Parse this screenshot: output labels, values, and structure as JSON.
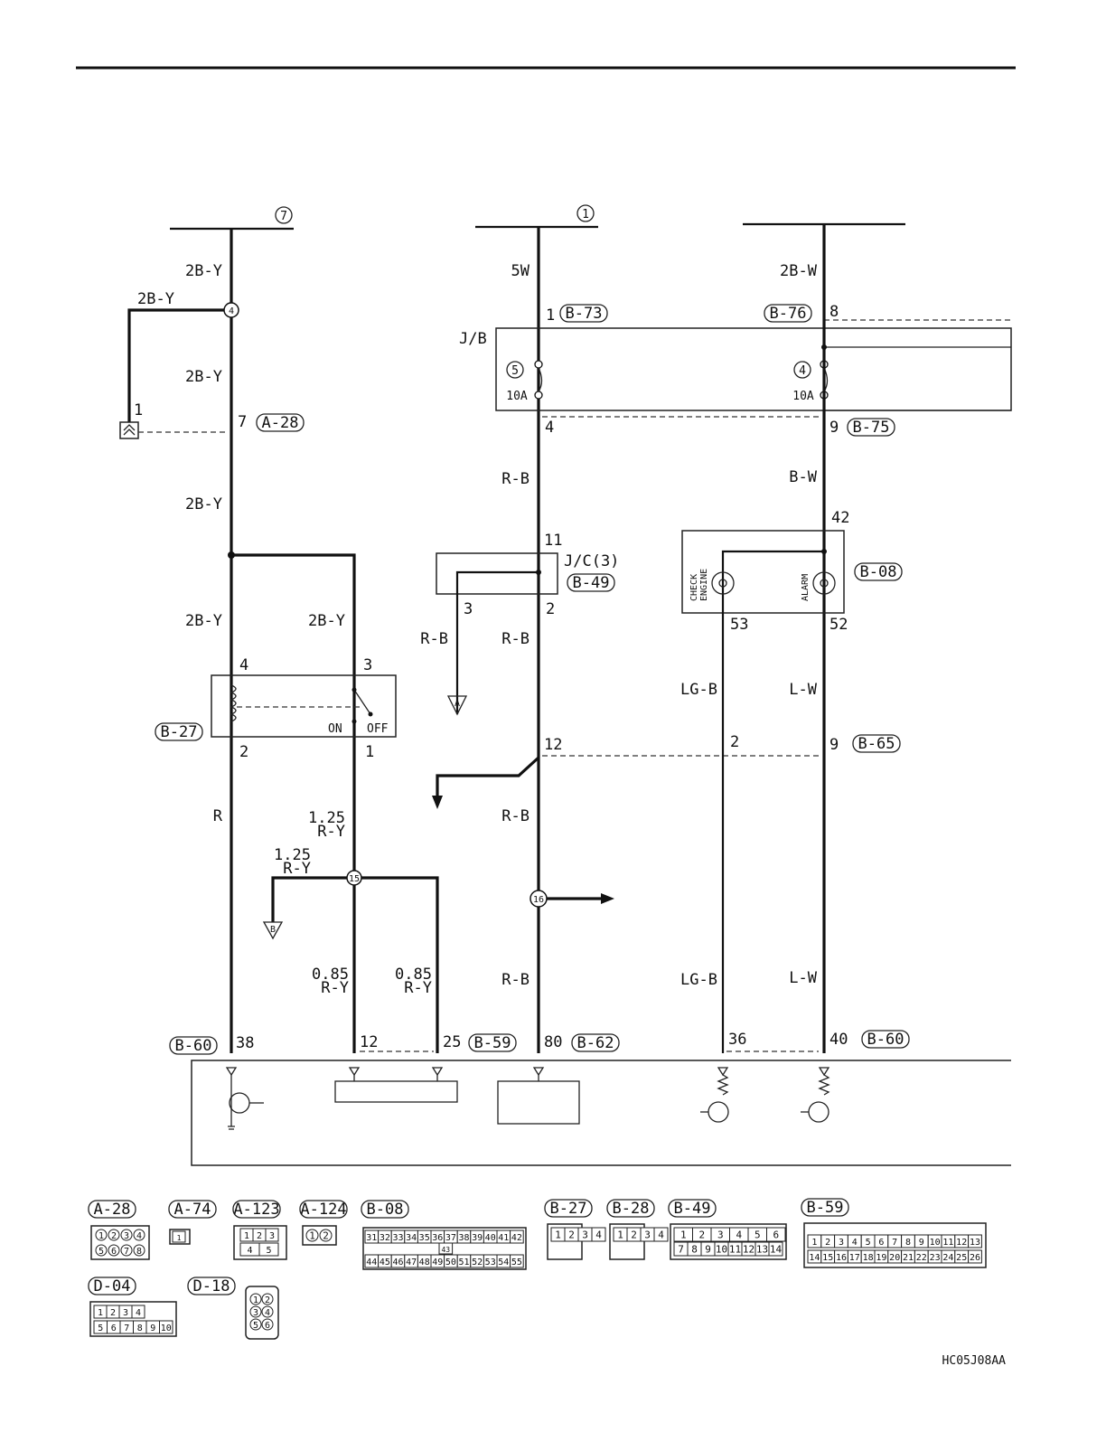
{
  "diagram_id": "HC05J08AA",
  "feeds": [
    {
      "number": "7",
      "wire": "2B-Y"
    },
    {
      "number": "1",
      "wire": "5W"
    },
    {
      "number": "",
      "wire": "2B-W"
    }
  ],
  "wire_labels": {
    "w_2by_a": "2B-Y",
    "w_2by_branch": "2B-Y",
    "w_2by_b": "2B-Y",
    "w_2by_c": "2B-Y",
    "w_2by_d": "2B-Y",
    "w_2by_e": "2B-Y",
    "w_r": "R",
    "w_125ry_a_1": "1.25",
    "w_125ry_a_2": "R-Y",
    "w_125ry_b_1": "1.25",
    "w_125ry_b_2": "R-Y",
    "w_085ry_a_1": "0.85",
    "w_085ry_a_2": "R-Y",
    "w_085ry_b_1": "0.85",
    "w_085ry_b_2": "R-Y",
    "w_rb_1": "R-B",
    "w_rb_2": "R-B",
    "w_rb_3": "R-B",
    "w_rb_4": "R-B",
    "w_rb_5": "R-B",
    "w_2bw": "2B-W",
    "w_bw": "B-W",
    "w_lgb_1": "LG-B",
    "w_lgb_2": "LG-B",
    "w_lw_1": "L-W",
    "w_lw_2": "L-W"
  },
  "pins": {
    "p1a": "1",
    "p7": "7",
    "p4": "4",
    "p3": "3",
    "p2": "2",
    "p1b": "1",
    "p_jb1": "1",
    "p_jb4": "4",
    "p_jc11": "11",
    "p_jc3": "3",
    "p_jc2": "2",
    "p12": "12",
    "p8": "8",
    "p9a": "9",
    "p42": "42",
    "p53": "53",
    "p52": "52",
    "p2b": "2",
    "p9b": "9",
    "p38": "38",
    "p12b": "12",
    "p25": "25",
    "p80": "80",
    "p36": "36",
    "p40": "40"
  },
  "splices": {
    "s4": "4",
    "s15": "15",
    "s16": "16"
  },
  "fuses": [
    {
      "number": "5",
      "rating": "10A"
    },
    {
      "number": "4",
      "rating": "10A"
    }
  ],
  "components": {
    "jb": "J/B",
    "jc": "J/C(3)",
    "switch_on": "ON",
    "switch_off": "OFF",
    "lamp1_1": "CHECK",
    "lamp1_2": "ENGINE",
    "lamp2": "ALARM"
  },
  "grounds": {
    "ga": "A",
    "gb": "B"
  },
  "connector_refs": {
    "a28": "A-28",
    "b73": "B-73",
    "b76": "B-76",
    "b75": "B-75",
    "b49": "B-49",
    "b08": "B-08",
    "b27": "B-27",
    "b65": "B-65",
    "b60a": "B-60",
    "b59": "B-59",
    "b62": "B-62",
    "b60b": "B-60"
  },
  "legend": [
    {
      "id": "A-28"
    },
    {
      "id": "A-74"
    },
    {
      "id": "A-123"
    },
    {
      "id": "A-124"
    },
    {
      "id": "B-08"
    },
    {
      "id": "B-27"
    },
    {
      "id": "B-28"
    },
    {
      "id": "B-49"
    },
    {
      "id": "B-59"
    },
    {
      "id": "D-04"
    },
    {
      "id": "D-18"
    }
  ],
  "legend_cells": {
    "a28_top": [
      "1",
      "2",
      "3",
      "4"
    ],
    "a28_bot": [
      "5",
      "6",
      "7",
      "8"
    ],
    "a74": [
      "1"
    ],
    "a123_top": [
      "1",
      "2",
      "3"
    ],
    "a123_bot": [
      "4",
      "5"
    ],
    "a124": [
      "1",
      "2"
    ],
    "b08_top": [
      "31",
      "32",
      "33",
      "34",
      "35",
      "36",
      "37",
      "38",
      "39",
      "40",
      "41",
      "42"
    ],
    "b08_mid": [
      "43"
    ],
    "b08_bot": [
      "44",
      "45",
      "46",
      "47",
      "48",
      "49",
      "50",
      "51",
      "52",
      "53",
      "54",
      "55"
    ],
    "b27": [
      "1",
      "2",
      "3",
      "4"
    ],
    "b28": [
      "1",
      "2",
      "3",
      "4"
    ],
    "b49_top": [
      "1",
      "2",
      "3",
      "4",
      "5",
      "6"
    ],
    "b49_bot": [
      "7",
      "8",
      "9",
      "10",
      "11",
      "12",
      "13",
      "14"
    ],
    "b59_top": [
      "1",
      "2",
      "3",
      "4",
      "5",
      "6",
      "7",
      "8",
      "9",
      "10",
      "11",
      "12",
      "13"
    ],
    "b59_bot": [
      "14",
      "15",
      "16",
      "17",
      "18",
      "19",
      "20",
      "21",
      "22",
      "23",
      "24",
      "25",
      "26"
    ],
    "d04_top": [
      "1",
      "2",
      "3",
      "4"
    ],
    "d04_bot": [
      "5",
      "6",
      "7",
      "8",
      "9",
      "10"
    ],
    "d18": [
      "1",
      "2",
      "3",
      "4",
      "5",
      "6"
    ]
  }
}
